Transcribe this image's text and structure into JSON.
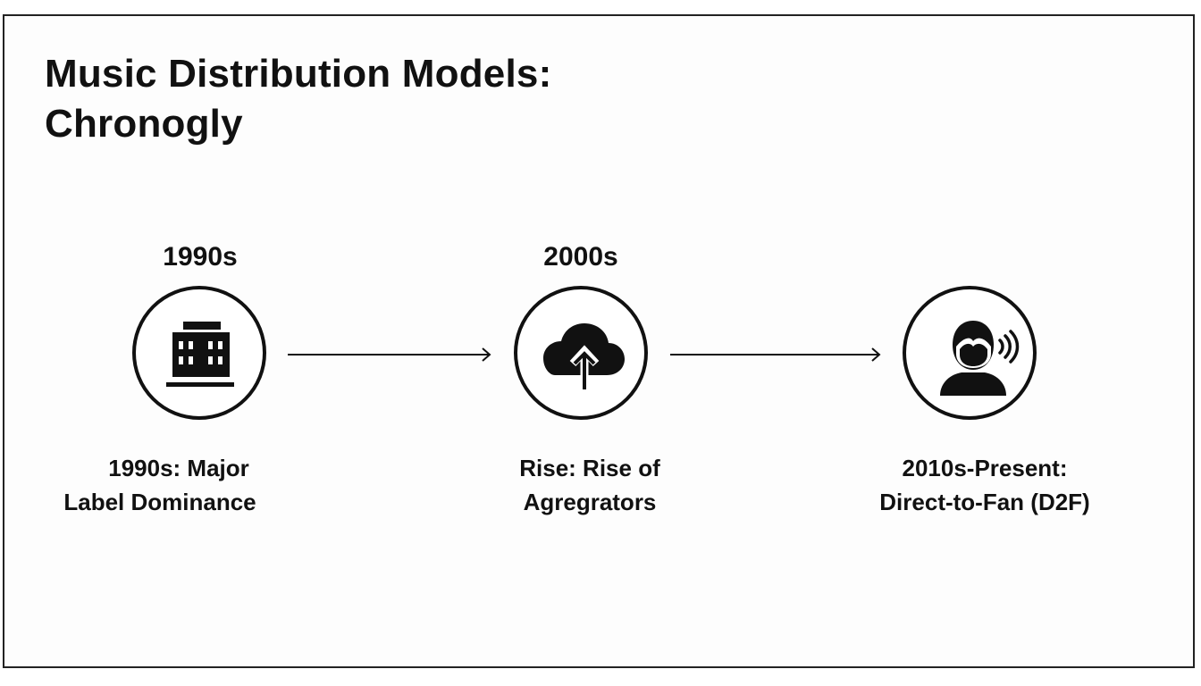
{
  "title": {
    "line1": "Music Distribution Models:",
    "line2": "Chronogly"
  },
  "stages": [
    {
      "year": "1990s",
      "icon": "building-icon",
      "caption_line1": "1990s: Major",
      "caption_line2": "Label Dominance"
    },
    {
      "year": "2000s",
      "icon": "cloud-upload-icon",
      "caption_line1": "Rise: Rise of",
      "caption_line2": "Agregrators"
    },
    {
      "year": "",
      "icon": "person-speaking-icon",
      "caption_line1": "2010s-Present:",
      "caption_line2": "Direct-to-Fan (D2F)"
    }
  ]
}
